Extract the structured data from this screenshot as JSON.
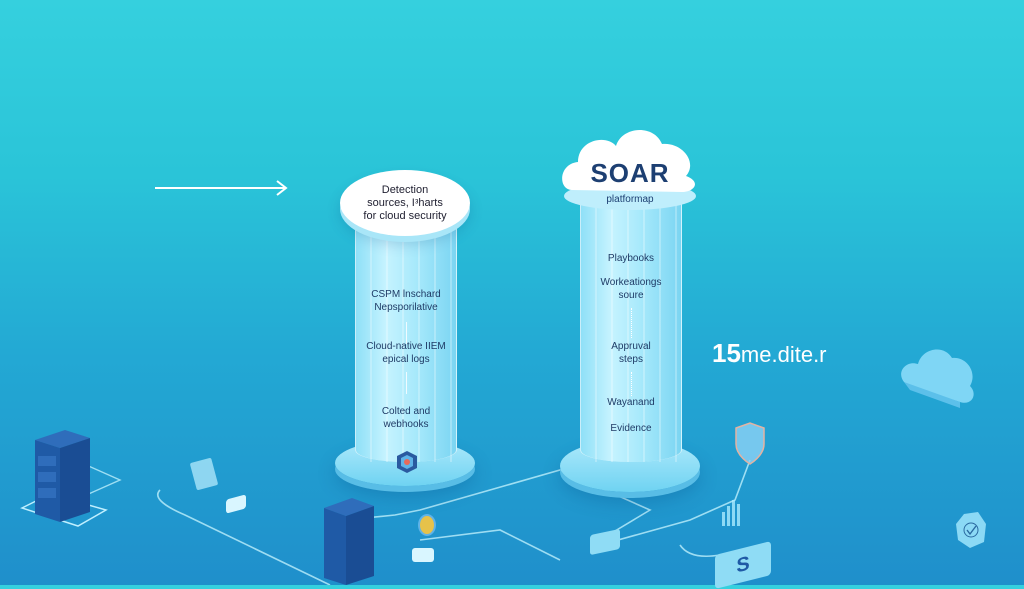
{
  "diagram": {
    "arrow": {
      "icon": "right-arrow-icon"
    },
    "left_pillar": {
      "cap_text_lines": [
        "Detection",
        "sources, Iᵌharts",
        "for cloud security"
      ],
      "items": [
        {
          "line1": "CSPM lnschard",
          "line2": "Nepsporilative"
        },
        {
          "line1": "Cloud-native IIEM",
          "line2": "epical logs"
        },
        {
          "line1": "Colted and",
          "line2": "webhooks"
        }
      ],
      "badge_icon": "shield-hexagon-icon"
    },
    "right_pillar": {
      "cloud_title": "SOAR",
      "cloud_subtitle": "platformap",
      "items": [
        {
          "line1": "Playbooks",
          "line2": ""
        },
        {
          "line1": "Workeationgs",
          "line2": "soure"
        },
        {
          "line1": "Appruval",
          "line2": "steps"
        },
        {
          "line1": "Wayanand",
          "line2": ""
        },
        {
          "line1": "Evidence",
          "line2": ""
        }
      ]
    },
    "side_label": {
      "number": "15",
      "text": "me.dite.r"
    },
    "colors": {
      "background_top": "#35d0de",
      "background_bottom": "#1f8fcb",
      "pillar": "#a7e9fb",
      "server": "#1f5fae",
      "title_text": "#1d3f72"
    }
  }
}
